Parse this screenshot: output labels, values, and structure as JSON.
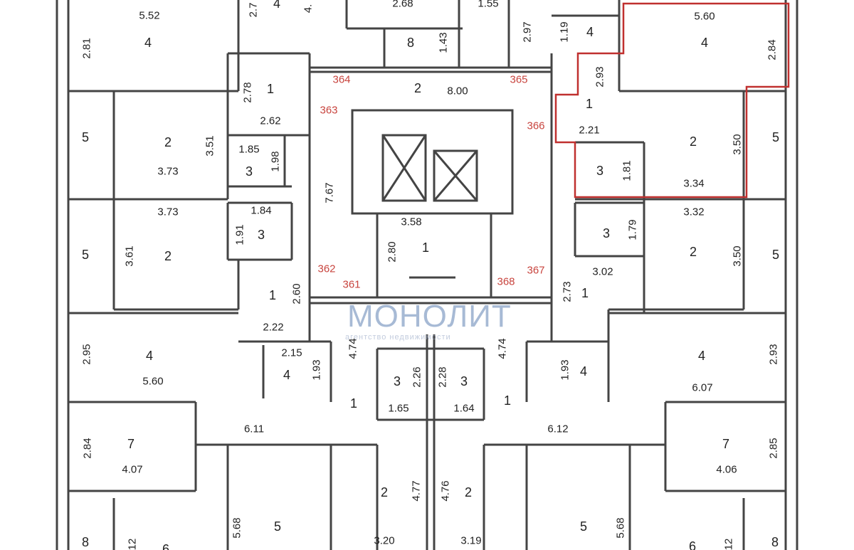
{
  "watermark": {
    "brand": "МОНОЛИТ",
    "tagline": "агентство недвижимости"
  },
  "colors": {
    "wall": "#444444",
    "highlight": "#c0302f",
    "apartment_number": "#c8443e"
  },
  "apartment_numbers": [
    "364",
    "365",
    "363",
    "366",
    "362",
    "361",
    "368",
    "367"
  ],
  "labels": [
    "5.52",
    "4",
    "2.81",
    "2.7",
    "4",
    "4.",
    "2.68",
    "1.55",
    "8",
    "1.43",
    "2.97",
    "1.19",
    "4",
    "5.60",
    "4",
    "2.84",
    "2",
    "8.00",
    "1",
    "2.78",
    "2.62",
    "2.93",
    "1",
    "2.21",
    "5",
    "2",
    "3.51",
    "3.73",
    "1.85",
    "3",
    "1.98",
    "7.67",
    "3",
    "1.81",
    "2",
    "3.50",
    "5",
    "3.34",
    "3.73",
    "1.84",
    "1.91",
    "3",
    "5",
    "3.61",
    "2",
    "3.58",
    "1",
    "2.80",
    "3.32",
    "3",
    "1.79",
    "2",
    "3.50",
    "5",
    "1",
    "2.60",
    "2.22",
    "3.02",
    "1",
    "2.73",
    "2.95",
    "4",
    "5.60",
    "2.15",
    "4",
    "1.93",
    "4.74",
    "4.74",
    "3",
    "2.26",
    "2.28",
    "3",
    "1.65",
    "1.64",
    "1",
    "1",
    "1.93",
    "4",
    "4",
    "2.93",
    "6.07",
    "6.11",
    "6.12",
    "2.84",
    "7",
    "4.07",
    "7",
    "2.85",
    "4.06",
    "5.68",
    "5",
    "2",
    "4.77",
    "4.76",
    "2",
    "3.20",
    "3.19",
    "5",
    "5.68",
    "8",
    "12",
    "6",
    "6",
    "12",
    "8"
  ]
}
